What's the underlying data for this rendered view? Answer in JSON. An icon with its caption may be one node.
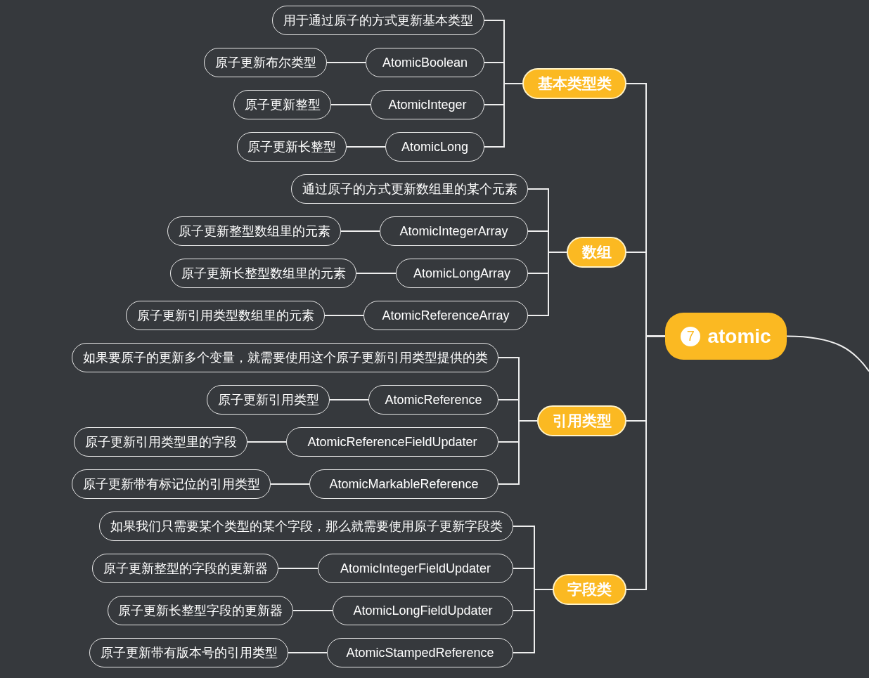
{
  "diagram": {
    "nodes": [
      {
        "text": [
          "7",
          "atomic"
        ]
      },
      {
        "text": [
          "基本类型类"
        ]
      },
      {
        "text": [
          "数组"
        ]
      },
      {
        "text": [
          "引用类型"
        ]
      },
      {
        "text": [
          "字段类"
        ]
      },
      {
        "text": [
          "用于通过原子的方式更新基本类型"
        ]
      },
      {
        "text": [
          "AtomicBoolean"
        ]
      },
      {
        "text": [
          "原子更新布尔类型"
        ]
      },
      {
        "text": [
          "AtomicInteger"
        ]
      },
      {
        "text": [
          "原子更新整型"
        ]
      },
      {
        "text": [
          "AtomicLong"
        ]
      },
      {
        "text": [
          "原子更新长整型"
        ]
      },
      {
        "text": [
          "通过原子的方式更新数组里的某个元素"
        ]
      },
      {
        "text": [
          "AtomicIntegerArray"
        ]
      },
      {
        "text": [
          "原子更新整型数组里的元素"
        ]
      },
      {
        "text": [
          "AtomicLongArray"
        ]
      },
      {
        "text": [
          "原子更新长整型数组里的元素"
        ]
      },
      {
        "text": [
          "AtomicReferenceArray"
        ]
      },
      {
        "text": [
          "原子更新引用类型数组里的元素"
        ]
      },
      {
        "text": [
          "如果要原子的更新多个变量，就需要使用这个原子更新引用类型提供的类"
        ]
      },
      {
        "text": [
          "AtomicReference"
        ]
      },
      {
        "text": [
          "原子更新引用类型"
        ]
      },
      {
        "text": [
          "AtomicReferenceFieldUpdater"
        ]
      },
      {
        "text": [
          "原子更新引用类型里的字段"
        ]
      },
      {
        "text": [
          "AtomicMarkableReference"
        ]
      },
      {
        "text": [
          "原子更新带有标记位的引用类型"
        ]
      },
      {
        "text": [
          "如果我们只需要某个类型的某个字段，那么就需要使用原子更新字段类"
        ]
      },
      {
        "text": [
          "AtomicIntegerFieldUpdater"
        ]
      },
      {
        "text": [
          "原子更新整型的字段的更新器"
        ]
      },
      {
        "text": [
          "AtomicLongFieldUpdater"
        ]
      },
      {
        "text": [
          "原子更新长整型字段的更新器"
        ]
      },
      {
        "text": [
          "AtomicStampedReference"
        ]
      },
      {
        "text": [
          "原子更新带有版本号的引用类型"
        ]
      }
    ],
    "edges": [
      {
        "from": 0,
        "to": 1,
        "arrow": "none"
      },
      {
        "from": 0,
        "to": 2,
        "arrow": "none"
      },
      {
        "from": 0,
        "to": 3,
        "arrow": "none"
      },
      {
        "from": 0,
        "to": 4,
        "arrow": "none"
      },
      {
        "from": 0,
        "to": null,
        "arrow": "none"
      },
      {
        "from": 1,
        "to": 5,
        "arrow": "none"
      },
      {
        "from": 1,
        "to": 6,
        "arrow": "none"
      },
      {
        "from": 6,
        "to": 7,
        "arrow": "none"
      },
      {
        "from": 1,
        "to": 8,
        "arrow": "none"
      },
      {
        "from": 8,
        "to": 9,
        "arrow": "none"
      },
      {
        "from": 1,
        "to": 10,
        "arrow": "none"
      },
      {
        "from": 10,
        "to": 11,
        "arrow": "none"
      },
      {
        "from": 2,
        "to": 12,
        "arrow": "none"
      },
      {
        "from": 2,
        "to": 13,
        "arrow": "none"
      },
      {
        "from": 13,
        "to": 14,
        "arrow": "none"
      },
      {
        "from": 2,
        "to": 15,
        "arrow": "none"
      },
      {
        "from": 15,
        "to": 16,
        "arrow": "none"
      },
      {
        "from": 2,
        "to": 17,
        "arrow": "none"
      },
      {
        "from": 17,
        "to": 18,
        "arrow": "none"
      },
      {
        "from": 3,
        "to": 19,
        "arrow": "none"
      },
      {
        "from": 3,
        "to": 20,
        "arrow": "none"
      },
      {
        "from": 20,
        "to": 21,
        "arrow": "none"
      },
      {
        "from": 3,
        "to": 22,
        "arrow": "none"
      },
      {
        "from": 22,
        "to": 23,
        "arrow": "none"
      },
      {
        "from": 3,
        "to": 24,
        "arrow": "none"
      },
      {
        "from": 24,
        "to": 25,
        "arrow": "none"
      },
      {
        "from": 4,
        "to": 26,
        "arrow": "none"
      },
      {
        "from": 4,
        "to": 27,
        "arrow": "none"
      },
      {
        "from": 27,
        "to": 28,
        "arrow": "none"
      },
      {
        "from": 4,
        "to": 29,
        "arrow": "none"
      },
      {
        "from": 29,
        "to": 30,
        "arrow": "none"
      },
      {
        "from": 4,
        "to": 31,
        "arrow": "none"
      },
      {
        "from": 31,
        "to": 32,
        "arrow": "none"
      }
    ]
  }
}
